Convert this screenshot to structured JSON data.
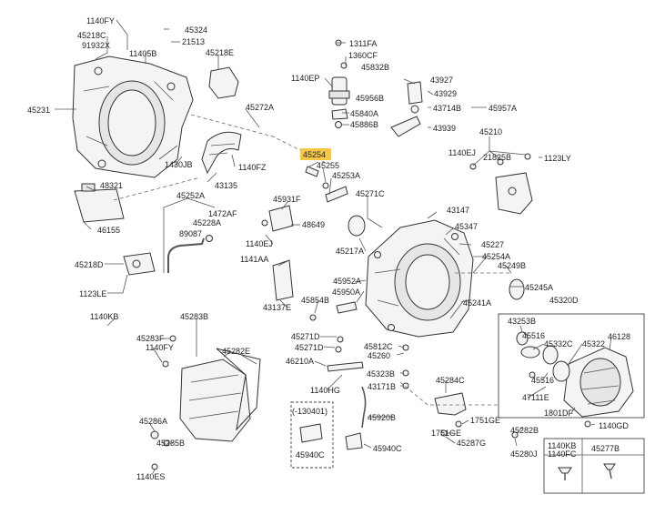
{
  "labels": {
    "l1140FY_top": "1140FY",
    "l45218C": "45218C",
    "l91932X": "91932X",
    "l45324": "45324",
    "l21513": "21513",
    "l11405B": "11405B",
    "l45218E": "45218E",
    "l45231": "45231",
    "l45272A": "45272A",
    "l1430JB": "1430JB",
    "l1140FZ": "1140FZ",
    "l43135": "43135",
    "l48321": "48321",
    "l46155": "46155",
    "l45252A": "45252A",
    "l1472AF": "1472AF",
    "l45228A": "45228A",
    "l89087": "89087",
    "l45218D": "45218D",
    "l1123LE": "1123LE",
    "l1311FA": "1311FA",
    "l1360CF": "1360CF",
    "l45832B": "45832B",
    "l1140EP": "1140EP",
    "l45956B": "45956B",
    "l45840A": "45840A",
    "l45886B": "45886B",
    "l43927": "43927",
    "l43929": "43929",
    "l45957A": "45957A",
    "l43714B": "43714B",
    "l43939": "43939",
    "l45210": "45210",
    "l45254": "45254",
    "l45255": "45255",
    "l45253A": "45253A",
    "l1140EJ_r": "1140EJ",
    "l21825B": "21825B",
    "l1123LY": "1123LY",
    "l45931F": "45931F",
    "l45271C": "45271C",
    "l48649": "48649",
    "l43147": "43147",
    "l45347": "45347",
    "l1140EJ_l": "1140EJ",
    "l45217A": "45217A",
    "l45227": "45227",
    "l1141AA": "1141AA",
    "l45254A": "45254A",
    "l45249B": "45249B",
    "l43137E": "43137E",
    "l45952A": "45952A",
    "l45950A": "45950A",
    "l45854B": "45854B",
    "l45241A": "45241A",
    "l45245A": "45245A",
    "l45320D": "45320D",
    "l1140KB_l": "1140KB",
    "l45283B": "45283B",
    "l45283F": "45283F",
    "l1140FY_b": "1140FY",
    "l45282E": "45282E",
    "l45271D": "45271D",
    "l45271D_2": "45271D",
    "l46210A": "46210A",
    "l45812C": "45812C",
    "l45260": "45260",
    "l45323B": "45323B",
    "l43171B": "43171B",
    "l1140HG": "1140HG",
    "l43253B": "43253B",
    "l45516_a": "45516",
    "l45332C": "45332C",
    "l45322": "45322",
    "l46128": "46128",
    "l45516_b": "45516",
    "l47111E": "47111E",
    "l1801DF": "1801DF",
    "l1140GD": "1140GD",
    "l45284C": "45284C",
    "l1751GE": "1751GE",
    "l1751GE_b": "1751GE",
    "l45287G": "45287G",
    "l45286A": "45286A",
    "l45285B": "45285B",
    "l1140ES": "1140ES",
    "l_130401": "(-130401)",
    "l45920B": "45920B",
    "l45940C_in": "45940C",
    "l45940C": "45940C",
    "l45282B": "45282B",
    "l45280J": "45280J",
    "l1140KB_r": "1140KB",
    "l1140FC": "1140FC",
    "l45277B": "45277B"
  },
  "colors": {
    "highlight": "#f6c744",
    "line": "#555555"
  }
}
